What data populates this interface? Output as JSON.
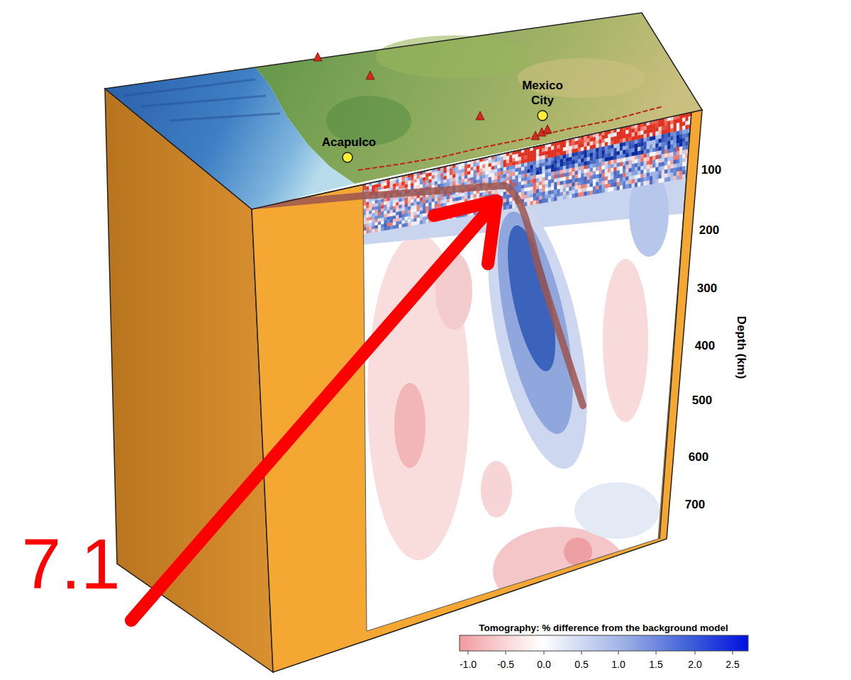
{
  "diagram": {
    "labels": [
      "Mexico City",
      "Acapulco",
      "100",
      "200",
      "300",
      "400",
      "500",
      "600",
      "700",
      "Depth (km)",
      "7.1",
      "Tomography: % difference from the background model",
      "-1.0",
      "-0.5",
      "0.0",
      "0.5",
      "1.0",
      "1.5",
      "2.0",
      "2.5"
    ]
  }
}
